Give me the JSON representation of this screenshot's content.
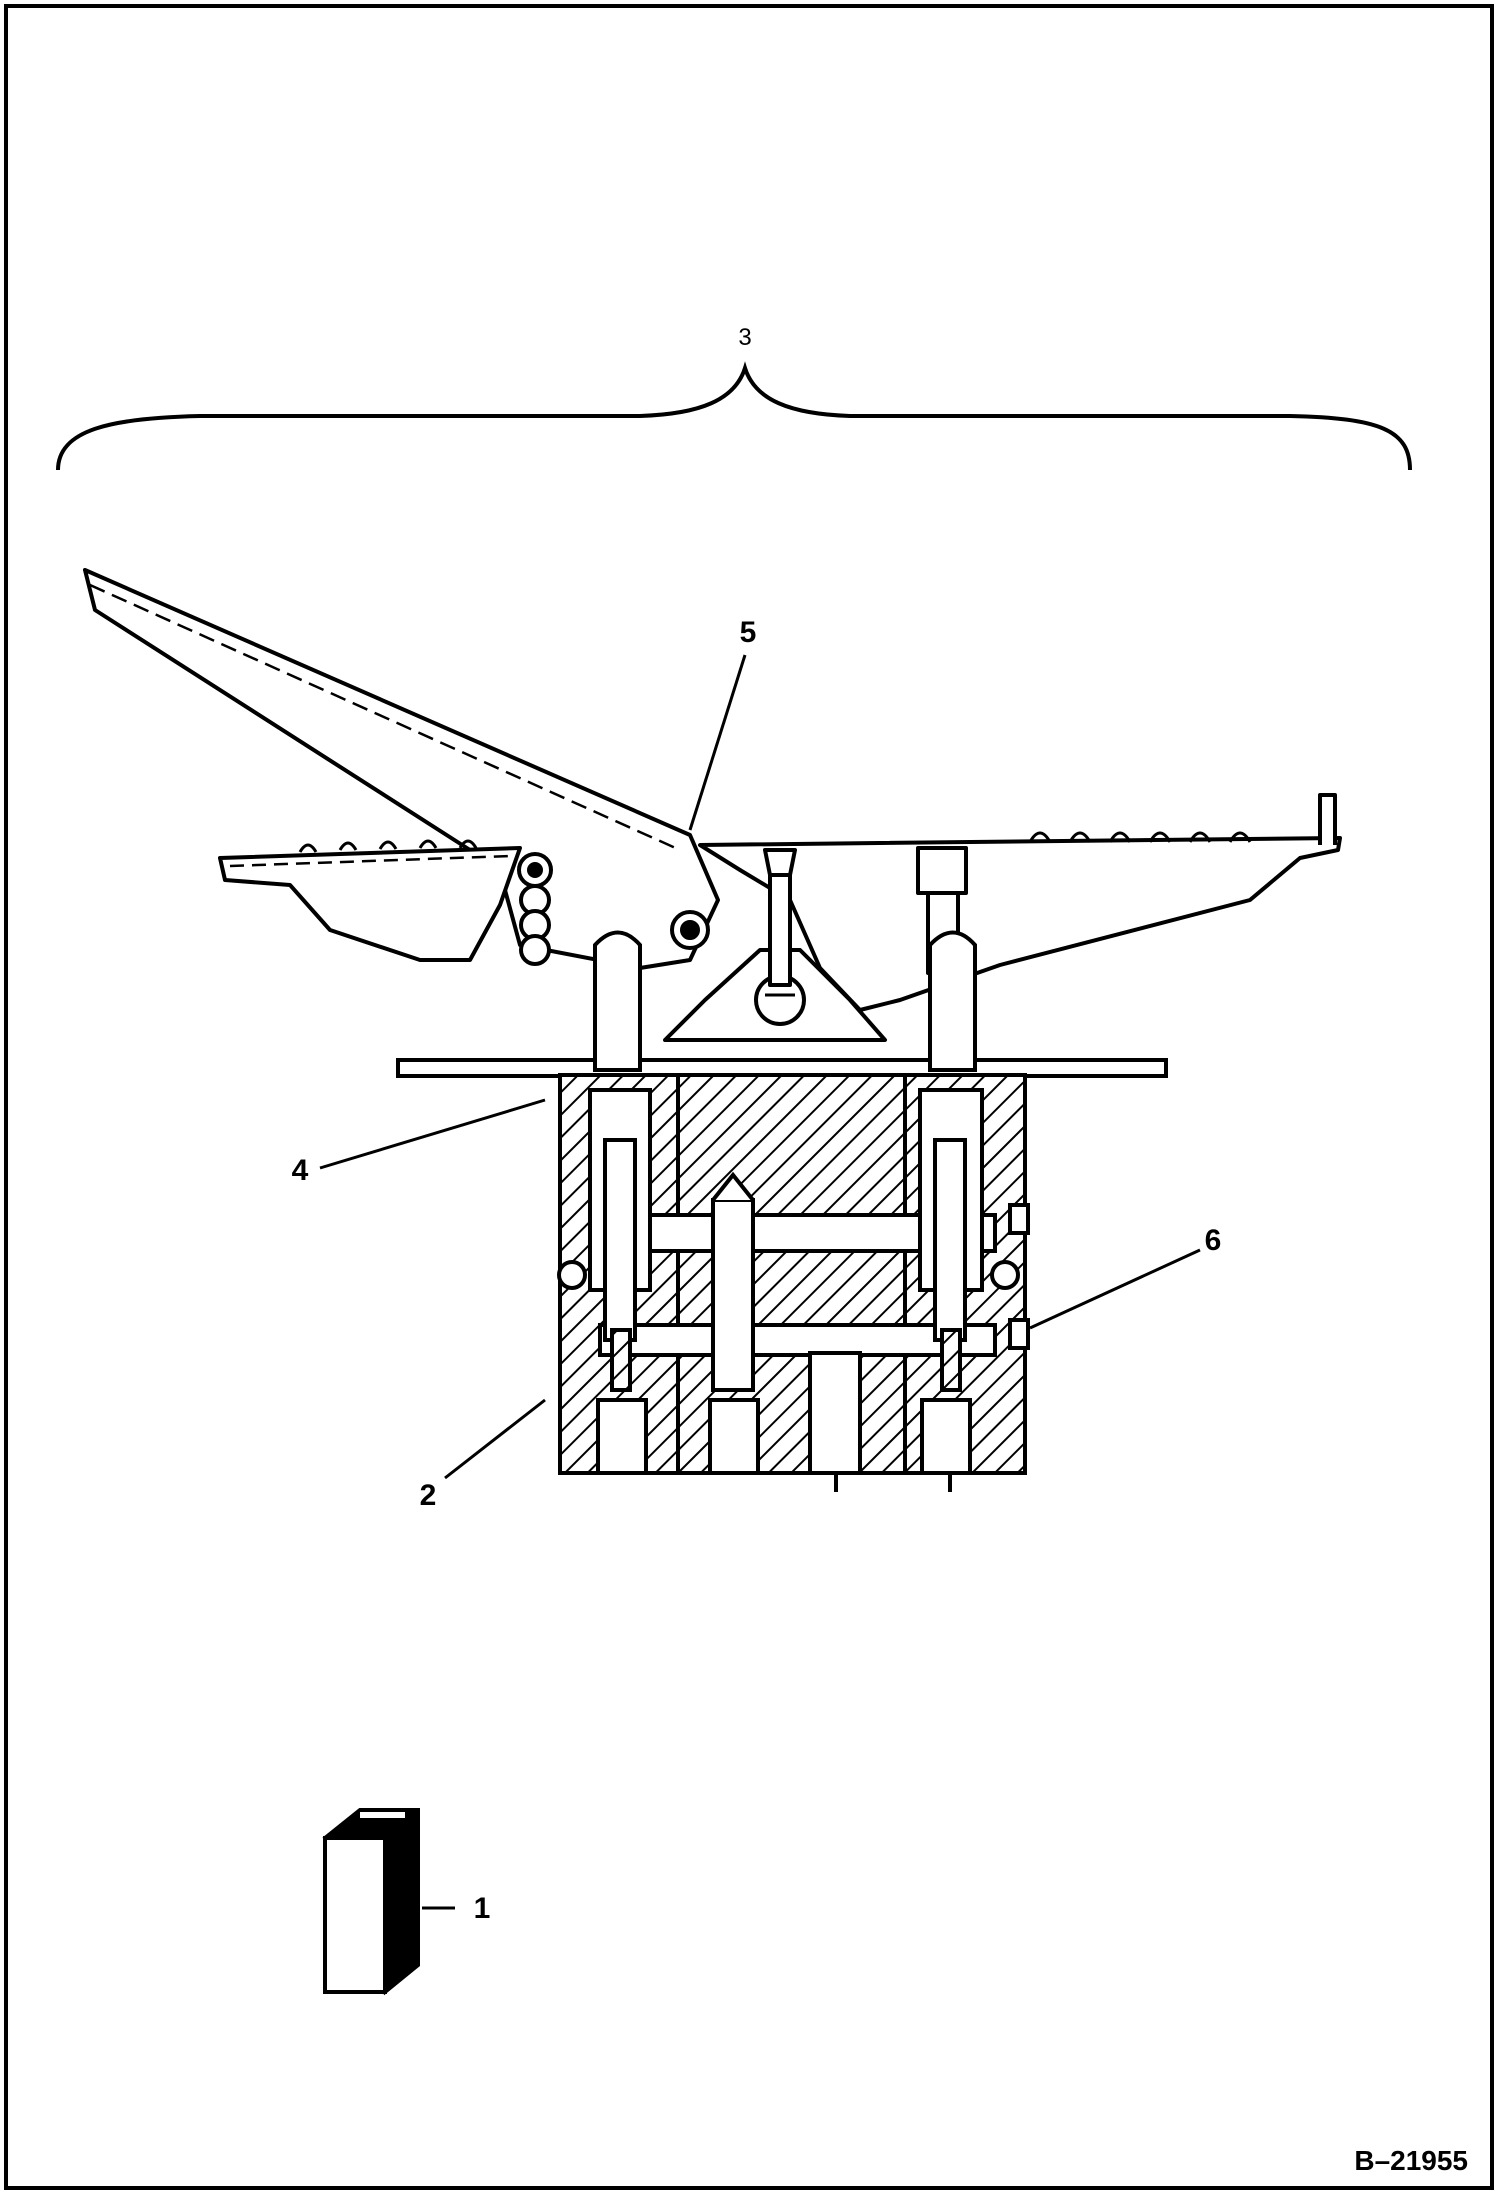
{
  "figure": {
    "reference_number": "B–21955"
  },
  "callouts": {
    "c1": "1",
    "c2": "2",
    "c3": "3",
    "c4": "4",
    "c5": "5",
    "c6": "6"
  },
  "colors": {
    "ink": "#000000",
    "paper": "#ffffff"
  }
}
